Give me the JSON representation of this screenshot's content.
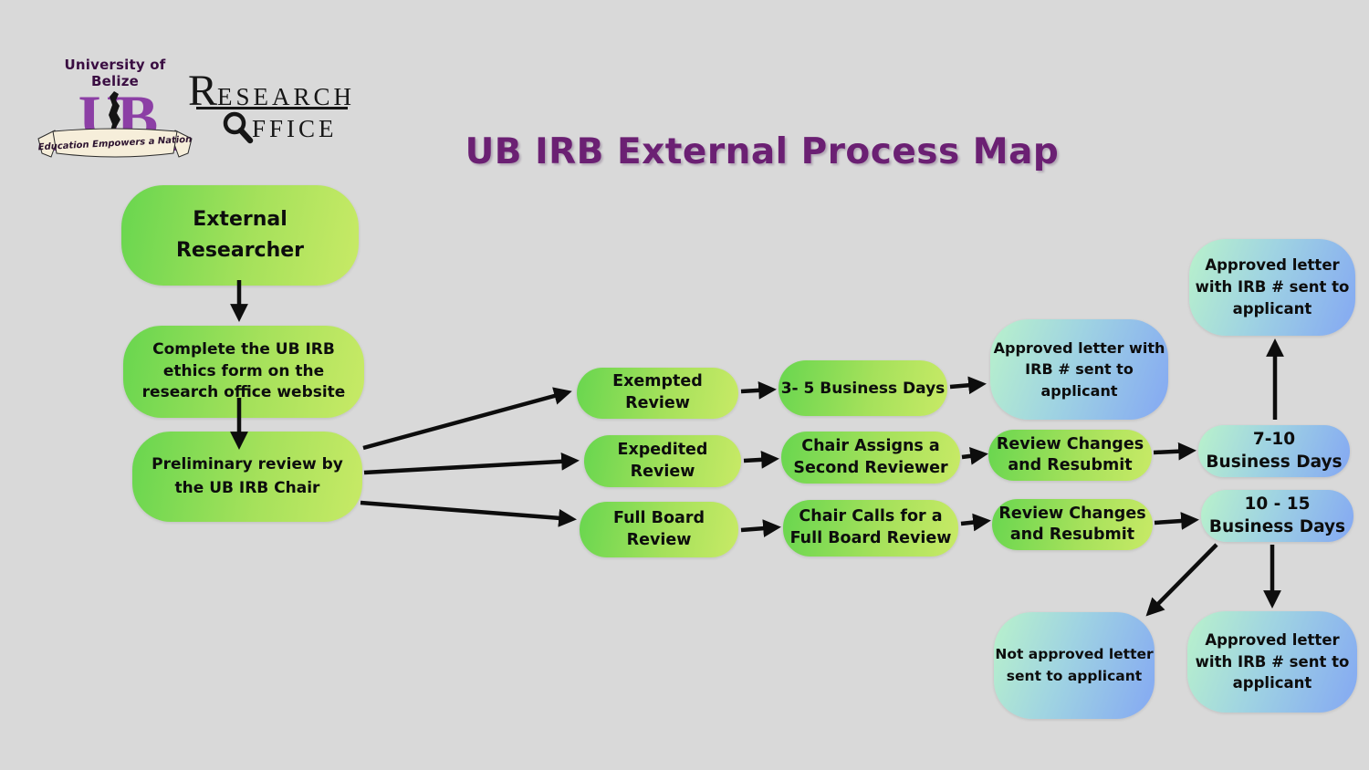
{
  "title": "UB IRB External Process Map",
  "logos": {
    "ub": {
      "name": "University of Belize",
      "monogram_left": "U",
      "monogram_right": "B",
      "tagline": "Education Empowers a Nation"
    },
    "research_office": {
      "word1_initial": "R",
      "word1_rest": "ESEARCH",
      "word2_rest": "FFICE"
    }
  },
  "nodes": {
    "external_researcher": {
      "label": "External\nResearcher"
    },
    "complete_form": {
      "label": "Complete the UB IRB\nethics form on the\nresearch office website"
    },
    "preliminary_review": {
      "label": "Preliminary review by\nthe UB IRB Chair"
    },
    "exempted_review": {
      "label": "Exempted\nReview"
    },
    "expedited_review": {
      "label": "Expedited\nReview"
    },
    "full_board_review": {
      "label": "Full Board\nReview"
    },
    "business_days_3_5": {
      "label": "3- 5 Business Days"
    },
    "chair_assigns": {
      "label": "Chair Assigns a\nSecond Reviewer"
    },
    "chair_calls": {
      "label": "Chair Calls for  a\nFull Board Review"
    },
    "approved_letter_mid": {
      "label": "Approved letter  with\nIRB # sent to\napplicant"
    },
    "review_changes_expedited": {
      "label": "Review Changes\nand Resubmit"
    },
    "review_changes_fullboard": {
      "label": "Review Changes\nand Resubmit"
    },
    "approved_letter_top": {
      "label": "Approved letter\nwith IRB # sent to\napplicant"
    },
    "business_days_7_10": {
      "label": "7-10\nBusiness Days"
    },
    "business_days_10_15": {
      "label": "10 - 15\nBusiness Days"
    },
    "not_approved_letter": {
      "label": "Not approved letter\nsent to applicant"
    },
    "approved_letter_bottom": {
      "label": "Approved letter\nwith IRB # sent to\napplicant"
    }
  },
  "edges": [
    {
      "from": "external_researcher",
      "to": "complete_form"
    },
    {
      "from": "complete_form",
      "to": "preliminary_review"
    },
    {
      "from": "preliminary_review",
      "to": "exempted_review"
    },
    {
      "from": "preliminary_review",
      "to": "expedited_review"
    },
    {
      "from": "preliminary_review",
      "to": "full_board_review"
    },
    {
      "from": "exempted_review",
      "to": "business_days_3_5"
    },
    {
      "from": "business_days_3_5",
      "to": "approved_letter_mid"
    },
    {
      "from": "expedited_review",
      "to": "chair_assigns"
    },
    {
      "from": "chair_assigns",
      "to": "review_changes_expedited"
    },
    {
      "from": "full_board_review",
      "to": "chair_calls"
    },
    {
      "from": "chair_calls",
      "to": "review_changes_fullboard"
    },
    {
      "from": "review_changes_expedited",
      "to": "business_days_7_10"
    },
    {
      "from": "review_changes_fullboard",
      "to": "business_days_10_15"
    },
    {
      "from": "business_days_7_10",
      "to": "approved_letter_top"
    },
    {
      "from": "business_days_10_15",
      "to": "not_approved_letter"
    },
    {
      "from": "business_days_10_15",
      "to": "approved_letter_bottom"
    }
  ],
  "colors": {
    "background": "#d9d9d9",
    "title_purple": "#6b2073",
    "green_gradient_start": "#68d64f",
    "green_gradient_end": "#c8ea66",
    "blue_gradient_start": "#b9f2cb",
    "blue_gradient_end": "#84a8f3",
    "arrow_black": "#0d0d0d",
    "ub_purple": "#8c3fa5"
  }
}
